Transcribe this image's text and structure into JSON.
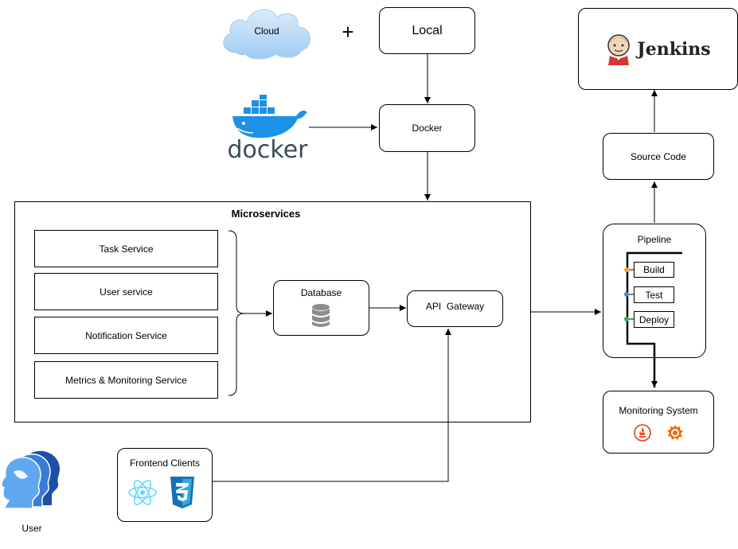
{
  "source": {
    "cloud_label": "Cloud",
    "plus": "+",
    "local_label": "Local",
    "docker_box_label": "Docker",
    "docker_logo_text": "docker"
  },
  "microservices": {
    "title": "Microservices",
    "services": [
      "Task Service",
      "User service",
      "Notification Service",
      "Metrics & Monitoring Service"
    ],
    "database_label": "Database",
    "gateway_label": "API  Gateway"
  },
  "cicd": {
    "jenkins_label": "Jenkins",
    "source_code_label": "Source Code",
    "pipeline_title": "Pipeline",
    "stages": [
      "Build",
      "Test",
      "Deploy"
    ],
    "stage_colors": [
      "#f5a623",
      "#5b7bd5",
      "#2db34a"
    ],
    "monitoring_label": "Monitoring System"
  },
  "clients": {
    "frontend_label": "Frontend Clients",
    "user_label": "User"
  },
  "colors": {
    "docker_blue": "#1d91e6",
    "react_blue": "#61dafb",
    "css_blue": "#1572b6",
    "jenkins_red": "#d33833",
    "grafana_orange": "#f46800"
  }
}
